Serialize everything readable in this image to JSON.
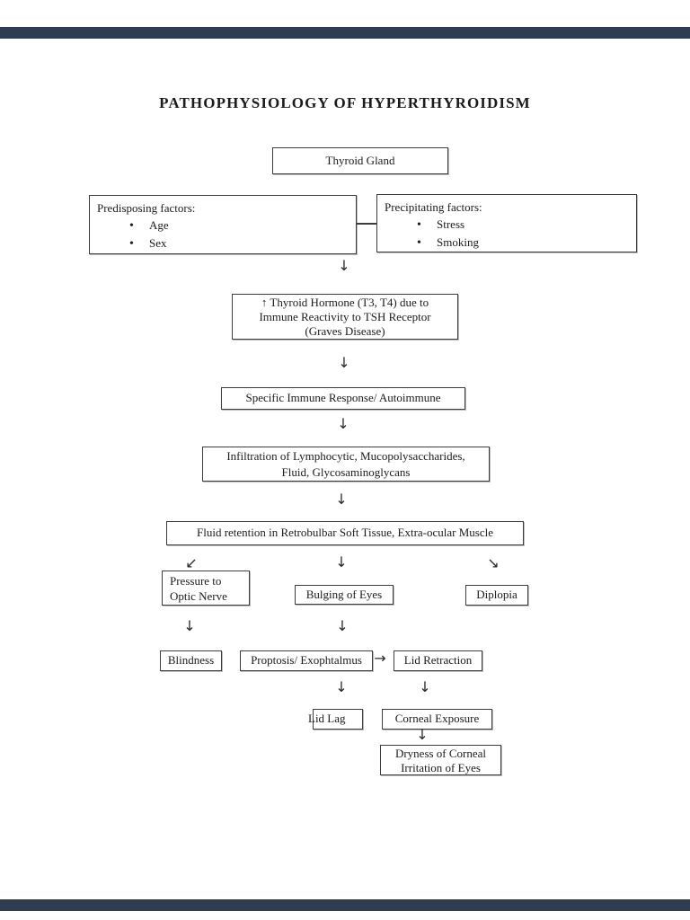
{
  "colors": {
    "page_background": "#ffffff",
    "text": "#1b1b1b",
    "box_border": "#3d3d3d",
    "page_gap_bar": "#2e3d52"
  },
  "icons": {
    "bullet": "•"
  },
  "title": "PATHOPHYSIOLOGY OF HYPERTHYROIDISM",
  "flowchart": {
    "arrows": {
      "down": "↓",
      "down_left": "↙",
      "down_right": "↘",
      "right": "→"
    },
    "nodes": {
      "thyroid_gland": {
        "label": "Thyroid Gland"
      },
      "predisposing": {
        "heading": "Predisposing factors:",
        "bullets": [
          "Age",
          "Sex"
        ]
      },
      "precipitating": {
        "heading": "Precipitating factors:",
        "bullets": [
          "Stress",
          "Smoking"
        ]
      },
      "hormone": {
        "lines": [
          "↑ Thyroid Hormone (T3, T4) due to",
          "Immune Reactivity to TSH Receptor",
          "(Graves Disease)"
        ]
      },
      "immune_response": {
        "label": "Specific Immune Response/ Autoimmune"
      },
      "infiltration": {
        "lines": [
          "Infiltration of Lymphocytic, Mucopolysaccharides,",
          "Fluid, Glycosaminoglycans"
        ]
      },
      "fluid_retention": {
        "label": "Fluid retention in Retrobulbar Soft Tissue, Extra-ocular Muscle"
      },
      "pressure_optic_nerve": {
        "lines": [
          "Pressure to",
          "Optic Nerve"
        ]
      },
      "bulging_of_eyes": {
        "label": "Bulging of Eyes"
      },
      "diplopia": {
        "label": "Diplopia"
      },
      "blindness": {
        "label": "Blindness"
      },
      "proptosis": {
        "label": "Proptosis/ Exophtalmus"
      },
      "lid_retraction": {
        "label": "Lid Retraction"
      },
      "lid_lag": {
        "label": "Lid Lag"
      },
      "corneal_exposure": {
        "label": "Corneal Exposure"
      },
      "dryness": {
        "lines": [
          "Dryness of Corneal",
          "Irritation of Eyes"
        ]
      }
    }
  }
}
